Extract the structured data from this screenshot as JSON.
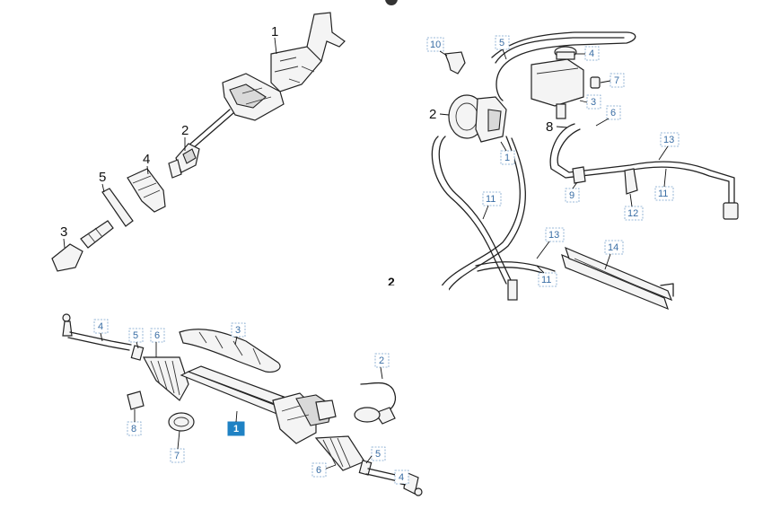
{
  "section_label": "2",
  "column_callouts": [
    "1",
    "2",
    "4",
    "5",
    "3"
  ],
  "hydraulics_callouts": {
    "boxed": [
      "10",
      "5",
      "4",
      "7",
      "3",
      "6",
      "1",
      "13",
      "9",
      "11",
      "12",
      "11",
      "13",
      "14",
      "11"
    ],
    "plain": [
      "2",
      "8"
    ]
  },
  "rack_callouts": {
    "boxed": [
      "4",
      "5",
      "6",
      "3",
      "2",
      "8",
      "7",
      "5",
      "6",
      "4"
    ],
    "highlighted": "1"
  },
  "colors": {
    "callout_blue": "#3a6ea5",
    "callout_box_border": "#7aa3cc",
    "highlight_blue": "#1f82c4",
    "line_art": "#222222"
  }
}
